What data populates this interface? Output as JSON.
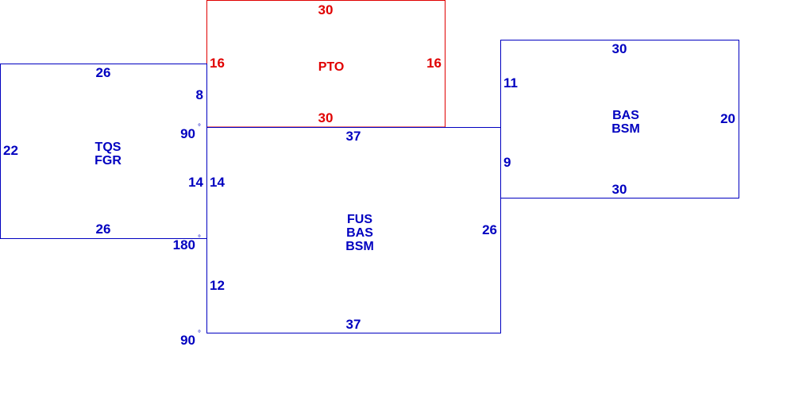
{
  "colors": {
    "structure": "#0000c0",
    "highlight": "#e00000",
    "background": "#ffffff"
  },
  "sketch": {
    "sections": {
      "pto": {
        "name": [
          "PTO"
        ],
        "color": "highlight",
        "dims": {
          "top": "30",
          "bottom": "30",
          "left": "16",
          "right": "16"
        }
      },
      "tqs": {
        "name": [
          "TQS",
          "FGR"
        ],
        "color": "structure",
        "dims": {
          "top": "26",
          "bottom": "26",
          "left": "22",
          "right_upper": "8",
          "right_lower": "14"
        }
      },
      "fus": {
        "name": [
          "FUS",
          "BAS",
          "BSM"
        ],
        "color": "structure",
        "dims": {
          "top": "37",
          "bottom": "37",
          "left_upper": "14",
          "left_lower": "12",
          "right": "26"
        }
      },
      "bas": {
        "name": [
          "BAS",
          "BSM"
        ],
        "color": "structure",
        "dims": {
          "top": "30",
          "bottom": "30",
          "right": "20",
          "left_upper": "11",
          "left_lower": "9"
        }
      }
    },
    "angles": {
      "a1": "90",
      "a2": "180",
      "a3": "90"
    },
    "degree_symbol": "°"
  }
}
